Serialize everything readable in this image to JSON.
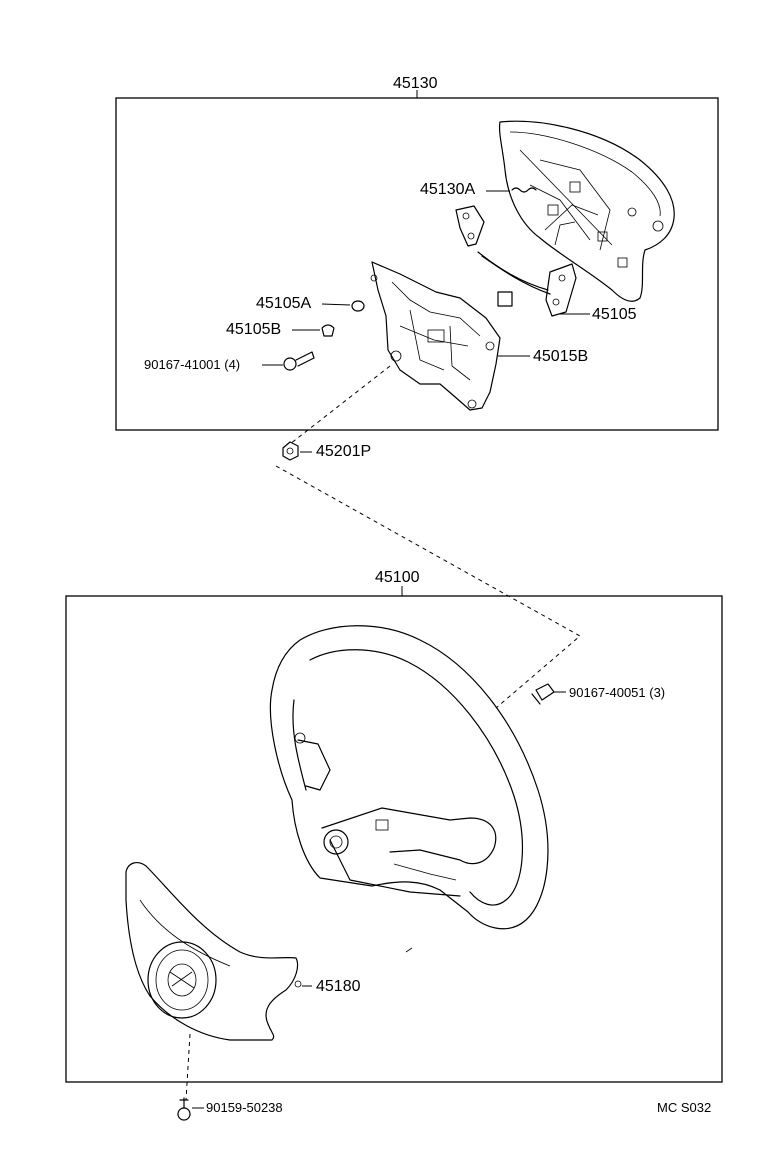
{
  "labels": {
    "assembly_top": "45130",
    "p_45130A": "45130A",
    "p_45105A": "45105A",
    "p_45105B": "45105B",
    "p_90167_41001": "90167-41001 (4)",
    "p_45105": "45105",
    "p_45015B": "45015B",
    "p_45201P": "45201P",
    "assembly_bottom": "45100",
    "p_90167_40051": "90167-40051 (3)",
    "p_45180": "45180",
    "p_90159_50238": "90159-50238",
    "drawing_code": "MC S032"
  }
}
